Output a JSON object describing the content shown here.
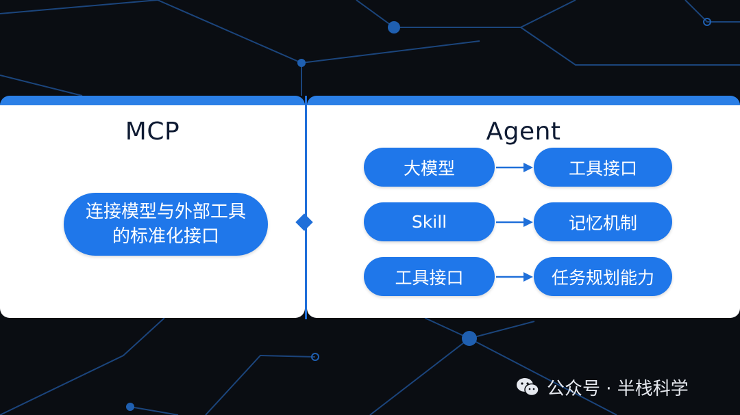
{
  "left_panel": {
    "title": "MCP",
    "description": "连接模型与外部工具的标准化接口"
  },
  "right_panel": {
    "title": "Agent",
    "rows": [
      {
        "from": "大模型",
        "to": "工具接口"
      },
      {
        "from": "Skill",
        "to": "记忆机制"
      },
      {
        "from": "工具接口",
        "to": "任务规划能力"
      }
    ]
  },
  "watermark": {
    "text": "公众号 · 半栈科学",
    "icon": "wechat-icon"
  },
  "colors": {
    "accent": "#1f77ea",
    "panel_header": "#2b7fe6",
    "background": "#0a0d12"
  }
}
